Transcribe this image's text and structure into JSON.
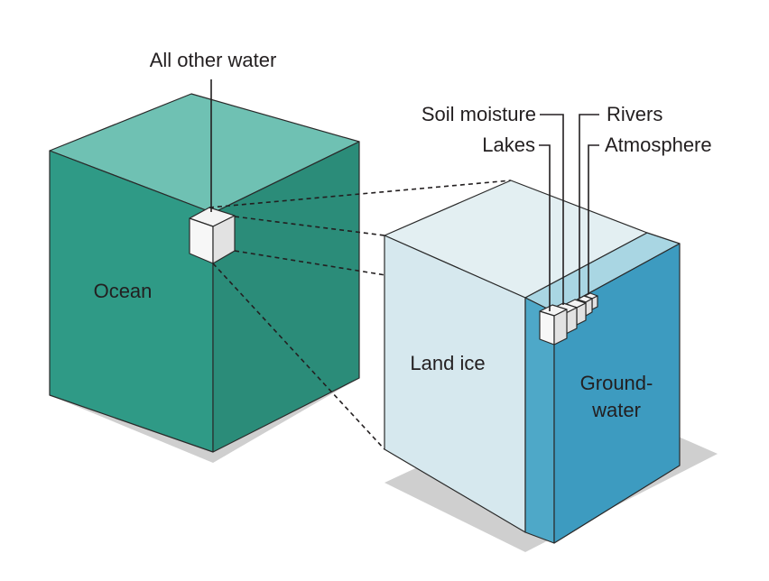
{
  "labels": {
    "all_other_water": "All other water",
    "soil_moisture": "Soil moisture",
    "rivers": "Rivers",
    "lakes": "Lakes",
    "atmosphere": "Atmosphere",
    "ocean": "Ocean",
    "land_ice": "Land ice",
    "groundwater_line1": "Ground-",
    "groundwater_line2": "water"
  },
  "colors": {
    "ocean_top": "#6fc1b3",
    "ocean_front": "#2f9a86",
    "ocean_right": "#2b8c79",
    "land_ice_top": "#e3eff2",
    "land_ice_front": "#d6e8ee",
    "groundwater_top": "#a9d6e3",
    "groundwater_front": "#4ea8c8",
    "groundwater_right": "#3d9bc0",
    "shadow": "#cfcfcf",
    "small_cube_face": "#f4f4f4",
    "small_cube_side": "#e2e2e2"
  }
}
